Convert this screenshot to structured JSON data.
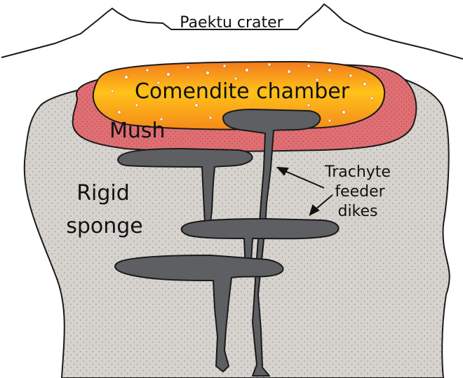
{
  "labels": {
    "crater": "Paektu crater",
    "chamber": "Comendite chamber",
    "mush": "Mush",
    "sponge_line1": "Rigid",
    "sponge_line2": "sponge",
    "dikes_line1": "Trachyte",
    "dikes_line2": "feeder",
    "dikes_line3": "dikes"
  },
  "colors": {
    "sponge_fill": "#d6d3ce",
    "sponge_dots": "#8a8680",
    "mush_fill": "#df6f73",
    "chamber_outer": "#f27a1e",
    "chamber_inner": "#ffc21a",
    "dike_fill": "#5e5f63",
    "outline": "#1a1a1a"
  }
}
